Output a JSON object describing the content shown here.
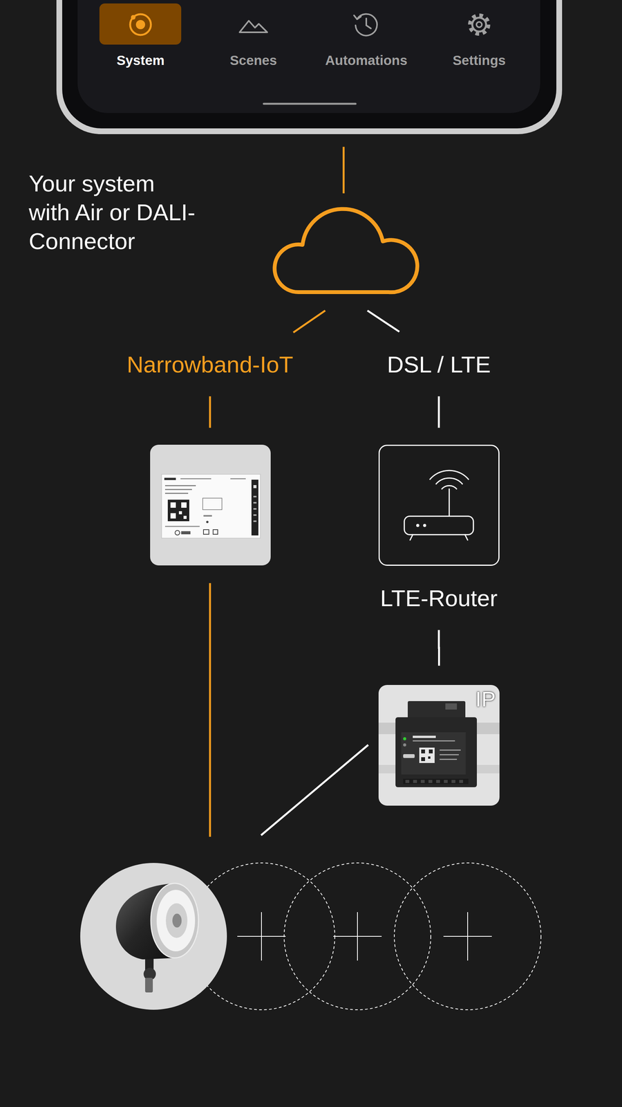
{
  "diagram": {
    "title": "Your system with Air or DALI-Connector",
    "nodes": [
      {
        "text": [
          "LTE-Router"
        ]
      },
      {
        "text": [
          "IP"
        ]
      }
    ],
    "edges": [
      {
        "from": 0,
        "to": 1,
        "arrow": "none"
      }
    ],
    "labels": [
      "System",
      "Scenes",
      "Automations",
      "Settings",
      "Narrowband-IoT",
      "DSL / LTE"
    ]
  }
}
